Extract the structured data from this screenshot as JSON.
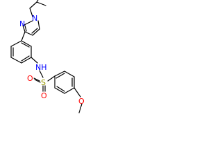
{
  "molecule": {
    "atoms": {
      "n_pyrazole_1": "N",
      "n_pyrazole_2": "N",
      "n_sulfonamide": "NH",
      "sulfur": "S",
      "o_sulfonyl_left": "O",
      "o_sulfonyl_bottom": "O",
      "o_methoxy": "O"
    },
    "colors": {
      "nitrogen": "#0000ff",
      "oxygen": "#ff0000",
      "sulfur": "#999900",
      "bond": "#000000"
    }
  }
}
